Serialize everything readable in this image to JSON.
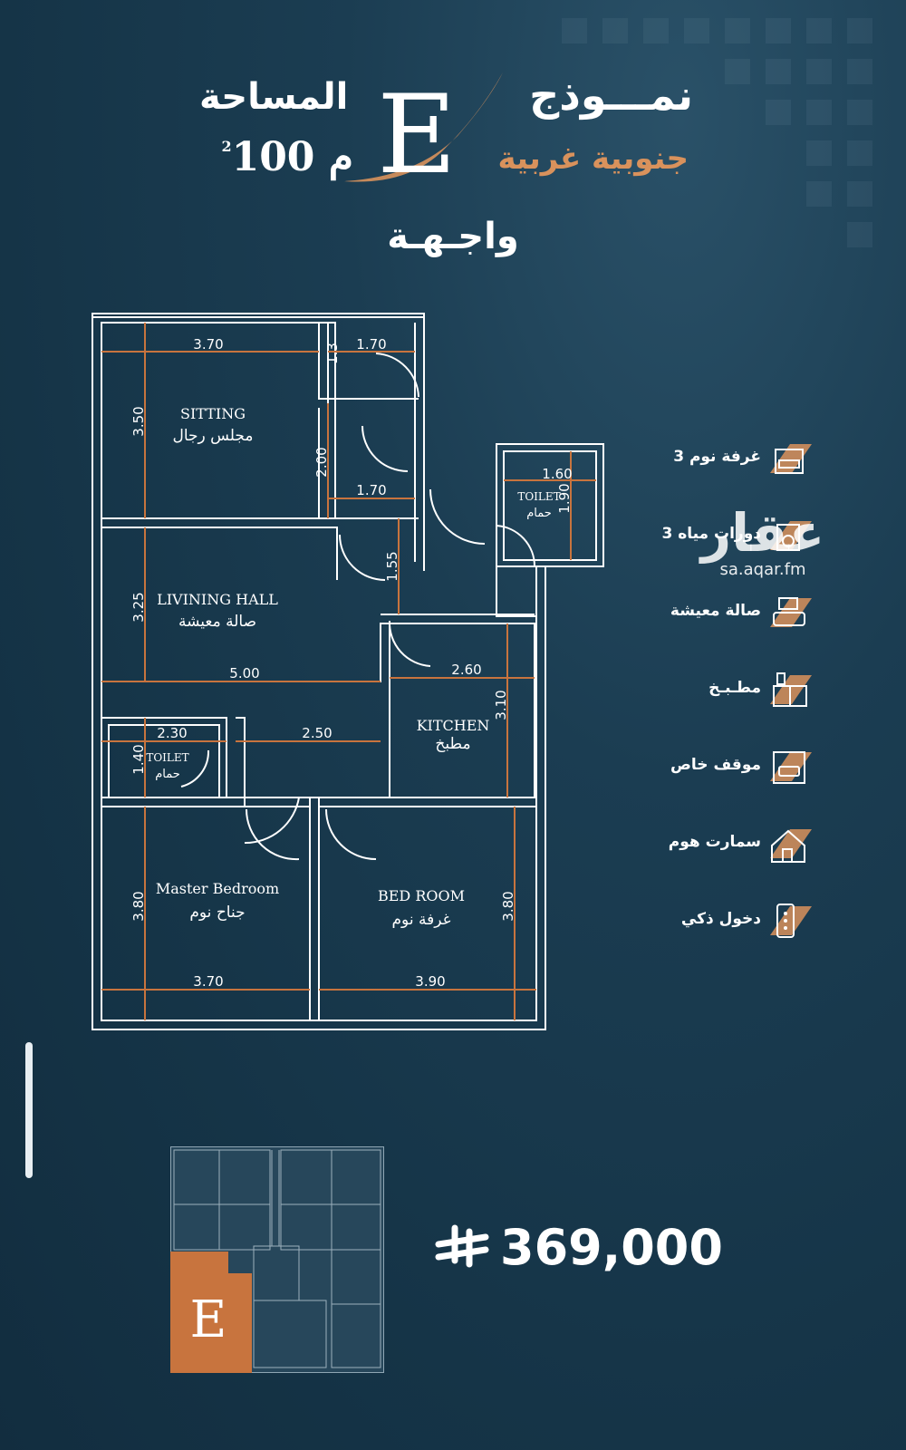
{
  "header": {
    "model_label": "نمـــوذج",
    "model_letter": "E",
    "orientation": "جنوبية غربية",
    "area_label": "المساحة",
    "area_value": "100 م",
    "area_unit_sup": "2",
    "facade": "واجـهـة"
  },
  "floor_plan": {
    "rooms": [
      {
        "en": "SITTING",
        "ar": "مجلس رجال"
      },
      {
        "en": "LIVINING HALL",
        "ar": "صالة معيشة"
      },
      {
        "en": "KITCHEN",
        "ar": "مطبخ"
      },
      {
        "en": "TOILET",
        "ar": "حمام"
      },
      {
        "en": "TOILET",
        "ar": "حمام"
      },
      {
        "en": "Master Bedroom",
        "ar": "جناح نوم"
      },
      {
        "en": "BED ROOM",
        "ar": "غرفة نوم"
      }
    ],
    "dimensions": [
      "3.70",
      "1.70",
      "1.3",
      "3.50",
      "2.00",
      "1.70",
      "1.60",
      "1.90",
      "1.55",
      "3.25",
      "5.00",
      "2.60",
      "3.10",
      "2.30",
      "2.50",
      "1.40",
      "3.80",
      "3.80",
      "3.70",
      "3.90"
    ]
  },
  "features": [
    {
      "label": "3 غرفة نوم",
      "icon": "bedroom-icon"
    },
    {
      "label": "3 دورات مياه",
      "icon": "bathroom-icon"
    },
    {
      "label": "صالة معيشة",
      "icon": "living-room-icon"
    },
    {
      "label": "مطـبـخ",
      "icon": "kitchen-icon"
    },
    {
      "label": "موقف خاص",
      "icon": "parking-icon"
    },
    {
      "label": "سمارت هوم",
      "icon": "smart-home-icon"
    },
    {
      "label": "دخول ذكي",
      "icon": "smart-entry-icon"
    }
  ],
  "watermark": {
    "logo": "عقار",
    "url": "sa.aqar.fm"
  },
  "mini_plan": {
    "highlight_letter": "E"
  },
  "price": {
    "value": "369,000",
    "currency": "riyal-symbol"
  },
  "colors": {
    "background": "#16364a",
    "accent": "#d9925c",
    "dimension_line": "#c8743e",
    "wall": "#ffffff"
  }
}
